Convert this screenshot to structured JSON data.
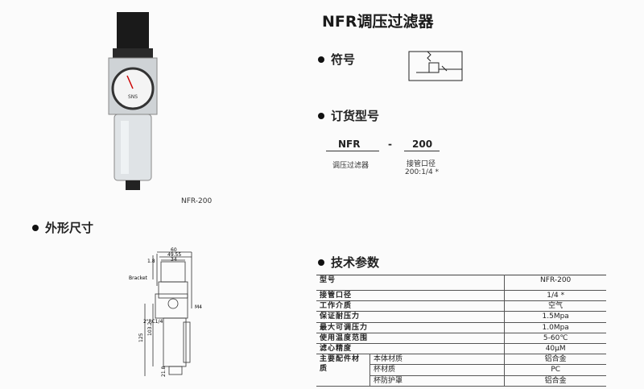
{
  "title": "NFR调压过滤器",
  "product_label": "NFR-200",
  "gauge_text": "SNS",
  "sections": {
    "symbol": "符号",
    "order": "订货型号",
    "dimensions": "外形尺寸",
    "specs": "技术参数"
  },
  "order_code": {
    "series": "NFR",
    "dash": "-",
    "size": "200",
    "series_desc": "调压过滤器",
    "size_desc": "接管口径",
    "size_value": "200:1/4 *"
  },
  "drawing": {
    "dims": [
      "60",
      "49.55",
      "34",
      "1.8",
      "125",
      "103.2",
      "21.8"
    ],
    "bracket": "Bracket",
    "m4": "M4",
    "port": "2\"RC1/4"
  },
  "specs": {
    "header": [
      "型号",
      "NFR-200"
    ],
    "rows": [
      [
        "接管口径",
        "1/4 *"
      ],
      [
        "工作介质",
        "空气"
      ],
      [
        "保证耐压力",
        "1.5Mpa"
      ],
      [
        "最大可调压力",
        "1.0Mpa"
      ],
      [
        "使用温度范围",
        "5-60℃"
      ],
      [
        "滤心精度",
        "40μM"
      ]
    ],
    "material_label": "主要配件材质",
    "materials": [
      [
        "本体材质",
        "铝合金"
      ],
      [
        "杯材质",
        "PC"
      ],
      [
        "杯防护罩",
        "铝合金"
      ]
    ]
  }
}
